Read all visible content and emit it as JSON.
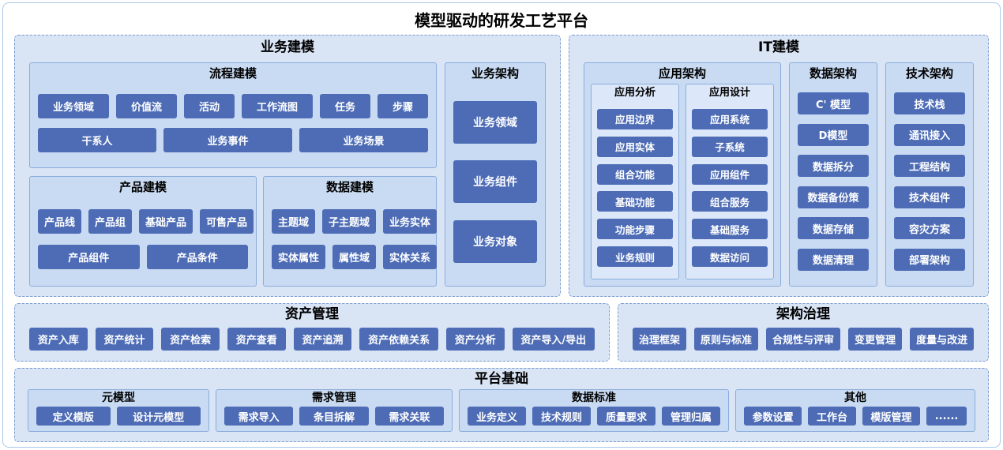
{
  "title": "模型驱动的研发工艺平台",
  "business": {
    "title": "业务建模",
    "process": {
      "title": "流程建模",
      "row1": [
        "业务领域",
        "价值流",
        "活动",
        "工作流图",
        "任务",
        "步骤"
      ],
      "row2": [
        "干系人",
        "业务事件",
        "业务场景"
      ]
    },
    "product": {
      "title": "产品建模",
      "row1": [
        "产品线",
        "产品组",
        "基础产品",
        "可售产品"
      ],
      "row2": [
        "产品组件",
        "产品条件"
      ]
    },
    "data_modeling": {
      "title": "数据建模",
      "row1": [
        "主题域",
        "子主题域",
        "业务实体"
      ],
      "row2": [
        "实体属性",
        "属性域",
        "实体关系"
      ]
    },
    "architecture": {
      "title": "业务架构",
      "items": [
        "业务领域",
        "业务组件",
        "业务对象"
      ]
    }
  },
  "it": {
    "title": "IT建模",
    "application": {
      "title": "应用架构",
      "analysis": {
        "title": "应用分析",
        "items": [
          "应用边界",
          "应用实体",
          "组合功能",
          "基础功能",
          "功能步骤",
          "业务规则"
        ]
      },
      "design": {
        "title": "应用设计",
        "items": [
          "应用系统",
          "子系统",
          "应用组件",
          "组合服务",
          "基础服务",
          "数据访问"
        ]
      }
    },
    "data_arch": {
      "title": "数据架构",
      "items": [
        "C' 模型",
        "D模型",
        "数据拆分",
        "数据备份策",
        "数据存储",
        "数据清理"
      ]
    },
    "tech_arch": {
      "title": "技术架构",
      "items": [
        "技术栈",
        "通讯接入",
        "工程结构",
        "技术组件",
        "容灾方案",
        "部署架构"
      ]
    }
  },
  "asset": {
    "title": "资产管理",
    "items": [
      "资产入库",
      "资产统计",
      "资产检索",
      "资产查看",
      "资产追溯",
      "资产依赖关系",
      "资产分析",
      "资产导入/导出"
    ]
  },
  "governance": {
    "title": "架构治理",
    "items": [
      "治理框架",
      "原则与标准",
      "合规性与评审",
      "变更管理",
      "度量与改进"
    ]
  },
  "platform": {
    "title": "平台基础",
    "meta_model": {
      "title": "元模型",
      "items": [
        "定义模版",
        "设计元模型"
      ]
    },
    "requirement": {
      "title": "需求管理",
      "items": [
        "需求导入",
        "条目拆解",
        "需求关联"
      ]
    },
    "data_standard": {
      "title": "数据标准",
      "items": [
        "业务定义",
        "技术规则",
        "质量要求",
        "管理归属"
      ]
    },
    "other": {
      "title": "其他",
      "items": [
        "参数设置",
        "工作台",
        "模版管理",
        "......"
      ]
    }
  },
  "colors": {
    "tile": "#4d6cb5",
    "section_bg": "#d9e4f5",
    "panel_bg": "#c9dbf2",
    "subpanel_bg": "#dce8f9",
    "dashed_border": "#7c9cce",
    "panel_border": "#8baddc"
  }
}
